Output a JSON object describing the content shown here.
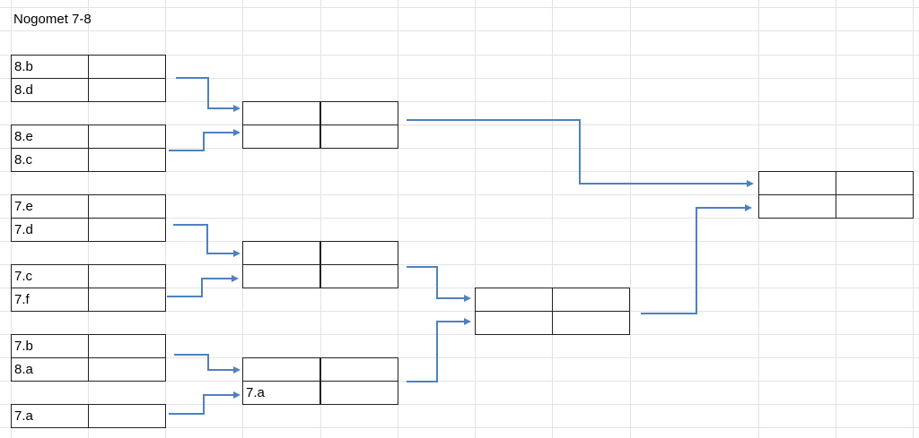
{
  "sheet": {
    "title": "Nogomet 7-8"
  },
  "round1": [
    "8.b",
    "8.d",
    "8.e",
    "8.c",
    "7.e",
    "7.d",
    "7.c",
    "7.f",
    "7.b",
    "8.a",
    "7.a"
  ],
  "round2": [
    [
      "",
      ""
    ],
    [
      "",
      ""
    ],
    [
      "",
      "7.a"
    ]
  ],
  "round3": [
    [
      "",
      ""
    ]
  ],
  "final": [
    [
      "",
      ""
    ]
  ],
  "colors": {
    "arrow": "#4f81bd",
    "gridline": "#e3e3e3",
    "border": "#222222"
  }
}
